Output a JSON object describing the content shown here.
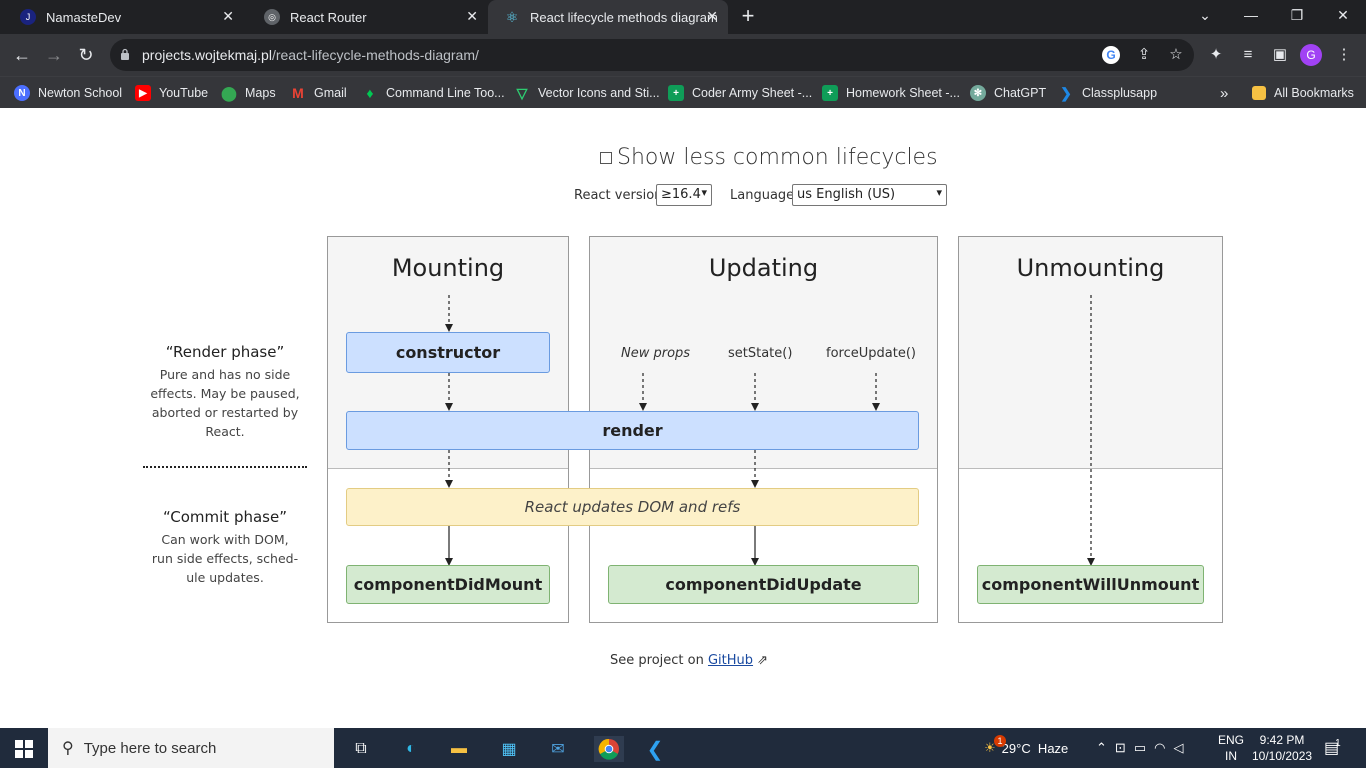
{
  "browser": {
    "tabs": [
      {
        "title": "NamasteDev",
        "active": false
      },
      {
        "title": "React Router",
        "active": false
      },
      {
        "title": "React lifecycle methods diagram",
        "active": true
      }
    ],
    "url_host": "projects.wojtekmaj.pl",
    "url_path": "/react-lifecycle-methods-diagram/",
    "profile_initial": "G",
    "bookmarks": [
      {
        "label": "Newton School",
        "color": "#4c6fff"
      },
      {
        "label": "YouTube",
        "color": "#ff0000"
      },
      {
        "label": "Maps",
        "color": "#34a853"
      },
      {
        "label": "Gmail",
        "color": "#ea4335"
      },
      {
        "label": "Command Line Too...",
        "color": "#00c853"
      },
      {
        "label": "Vector Icons and Sti...",
        "color": "#2ecc71"
      },
      {
        "label": "Coder Army Sheet -...",
        "color": "#0f9d58"
      },
      {
        "label": "Homework Sheet -...",
        "color": "#0f9d58"
      },
      {
        "label": "ChatGPT",
        "color": "#74aa9c"
      },
      {
        "label": "Classplusapp",
        "color": "#1e88e5"
      }
    ],
    "all_bookmarks": "All Bookmarks"
  },
  "page": {
    "toggle_label": "Show less common lifecycles",
    "react_version_label": "React version",
    "react_version_value": "≥16.4",
    "language_label": "Language",
    "language_value": "us English (US)",
    "columns": {
      "mounting": "Mounting",
      "updating": "Updating",
      "unmounting": "Unmounting"
    },
    "methods": {
      "constructor": "constructor",
      "render": "render",
      "dom_update": "React updates DOM and refs",
      "did_mount": "componentDidMount",
      "did_update": "componentDidUpdate",
      "will_unmount": "componentWillUnmount"
    },
    "triggers": {
      "new_props": "New props",
      "set_state": "setState()",
      "force_update": "forceUpdate()"
    },
    "render_phase": {
      "title": "“Render phase”",
      "description": "Pure and has no side effects. May be paused, aborted or restarted by React."
    },
    "commit_phase": {
      "title": "“Commit phase”",
      "description": "Can work with DOM, run side effects, sched-ule updates."
    },
    "footer_text": "See project on",
    "footer_link": "GitHub"
  },
  "taskbar": {
    "search_placeholder": "Type here to search",
    "weather_badge": "1",
    "weather": "29°C  Haze",
    "lang_top": "ENG",
    "lang_bottom": "IN",
    "time": "9:42 PM",
    "date": "10/10/2023",
    "notifications": "1"
  }
}
